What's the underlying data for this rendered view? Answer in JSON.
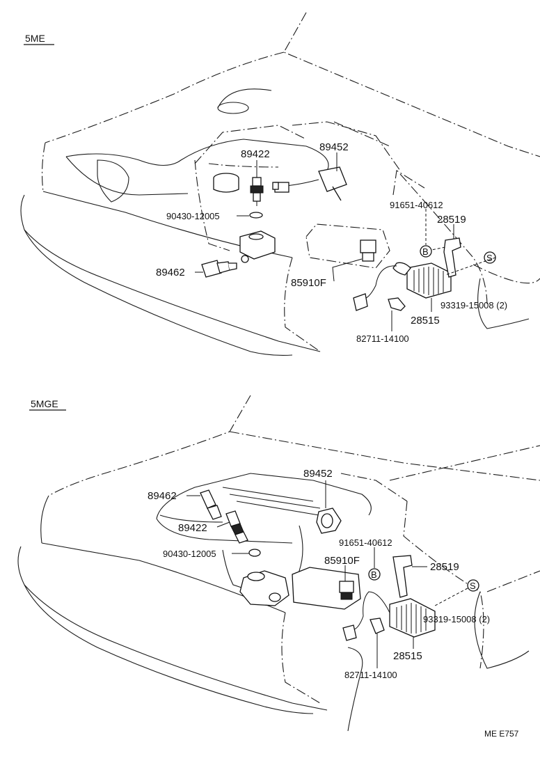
{
  "diagram": {
    "reference_code": "ME E757",
    "sections": [
      {
        "title": "5ME",
        "parts": {
          "p89422": "89422",
          "p89452": "89452",
          "p90430": "90430-12005",
          "p91651": "91651-40612",
          "p28519": "28519",
          "p89462": "89462",
          "p85910": "85910F",
          "p93319": "93319-15008 (2)",
          "p28515": "28515",
          "p82711": "82711-14100",
          "symbol_b": "B",
          "symbol_s": "S"
        }
      },
      {
        "title": "5MGE",
        "parts": {
          "p89452": "89452",
          "p89462": "89462",
          "p89422": "89422",
          "p90430": "90430-12005",
          "p91651": "91651-40612",
          "p85910": "85910F",
          "p28519": "28519",
          "p93319": "93319-15008 (2)",
          "p28515": "28515",
          "p82711": "82711-14100",
          "symbol_b": "B",
          "symbol_s": "S"
        }
      }
    ]
  }
}
